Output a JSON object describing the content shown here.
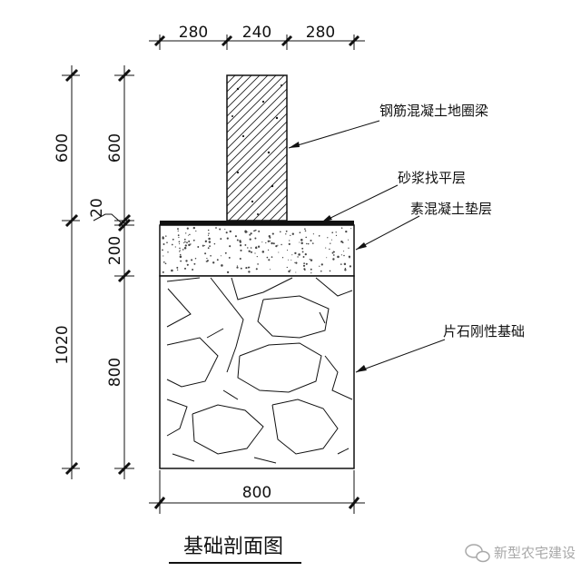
{
  "dimensions": {
    "top": [
      "280",
      "240",
      "280"
    ],
    "left_outer": [
      "600",
      "1020"
    ],
    "left_inner": [
      "600",
      "20",
      "200",
      "800"
    ],
    "bottom": "800"
  },
  "labels": {
    "ring_beam": "钢筋混凝土地圈梁",
    "mortar_layer": "砂浆找平层",
    "concrete_cushion": "素混凝土垫层",
    "rubble_foundation": "片石刚性基础"
  },
  "title": "基础剖面图",
  "watermark": "新型农宅建设"
}
